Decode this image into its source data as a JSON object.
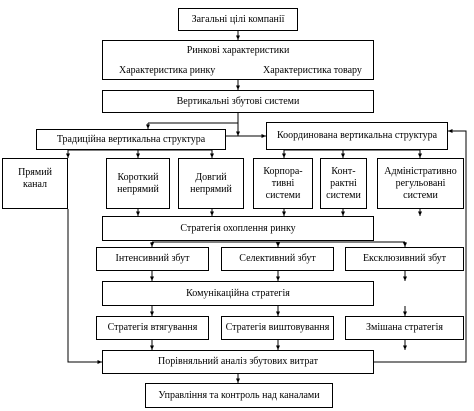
{
  "boxes": {
    "goals": "Загальні цілі компанії",
    "market": "Ринкові характеристики",
    "market_char": "Характеристика ринку",
    "product_char": "Характеристика товару",
    "vertical": "Вертикальні збутові системи",
    "traditional": "Традиційна вертикальна структура",
    "coordinated": "Координована вертикальна структура",
    "direct": "Прямий\nканал",
    "short_indirect": "Короткий\nнепрямий",
    "long_indirect": "Довгий\nнепрямий",
    "corporate": "Корпора-\nтивні\nсистеми",
    "contract": "Конт-\nрактні\nсистеми",
    "administrative": "Адміністративно\nрегульовані\nсистеми",
    "coverage": "Стратегія охоплення ринку",
    "intensive": "Інтенсивний збут",
    "selective": "Селективний збут",
    "exclusive": "Ексклюзивний збут",
    "communication": "Комунікаційна стратегія",
    "pull": "Стратегія втягування",
    "push": "Стратегія виштовування",
    "mixed": "Змішана стратегія",
    "comparative": "Порівняльний аналіз збутових витрат",
    "control": "Управління та контроль над каналами"
  }
}
